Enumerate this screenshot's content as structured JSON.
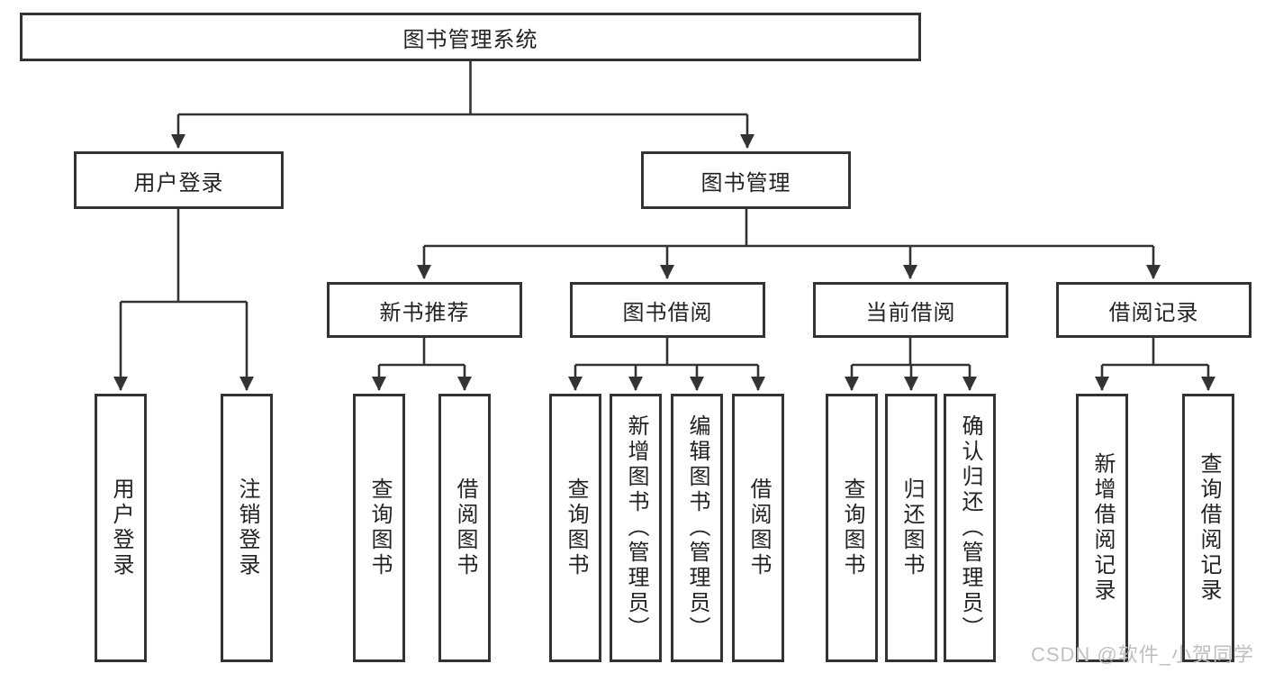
{
  "diagram": {
    "type": "tree",
    "tree": {
      "label": "图书管理系统",
      "children": [
        {
          "label": "用户登录",
          "children": [
            {
              "label": "用户登录"
            },
            {
              "label": "注销登录"
            }
          ]
        },
        {
          "label": "图书管理",
          "children": [
            {
              "label": "新书推荐",
              "children": [
                {
                  "label": "查询图书"
                },
                {
                  "label": "借阅图书"
                }
              ]
            },
            {
              "label": "图书借阅",
              "children": [
                {
                  "label": "查询图书"
                },
                {
                  "label": "新增图书（管理员）"
                },
                {
                  "label": "编辑图书（管理员）"
                },
                {
                  "label": "借阅图书"
                }
              ]
            },
            {
              "label": "当前借阅",
              "children": [
                {
                  "label": "查询图书"
                },
                {
                  "label": "归还图书"
                },
                {
                  "label": "确认归还（管理员）"
                }
              ]
            },
            {
              "label": "借阅记录",
              "children": [
                {
                  "label": "新增借阅记录"
                },
                {
                  "label": "查询借阅记录"
                }
              ]
            }
          ]
        }
      ]
    },
    "colors": {
      "line": "#333333",
      "box_border": "#333333",
      "text": "#222222",
      "background": "#ffffff",
      "watermark": "#bfbfbf"
    }
  },
  "watermark": "CSDN @软件_小贺同学"
}
